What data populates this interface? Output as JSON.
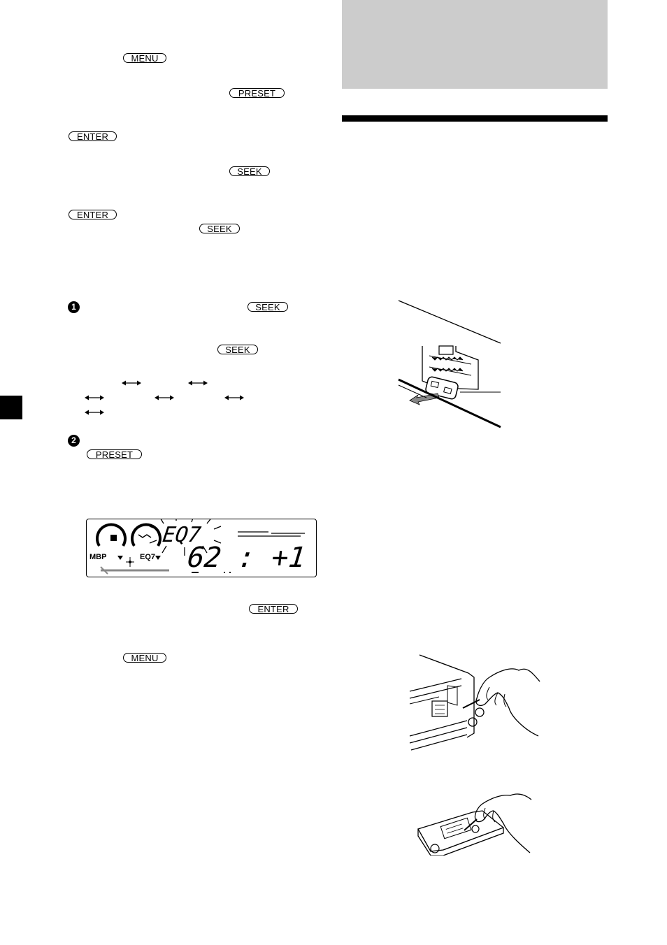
{
  "keys": {
    "menu_1": "MENU",
    "preset_1": "PRESET",
    "enter_1": "ENTER",
    "seek_1": "SEEK",
    "enter_2": "ENTER",
    "seek_2": "SEEK",
    "seek_3": "SEEK",
    "seek_4": "SEEK",
    "preset_2": "PRESET",
    "enter_3": "ENTER",
    "menu_2": "MENU"
  },
  "bullets": {
    "step1": "1",
    "step2": "2"
  },
  "display": {
    "eq_label": "EQ7",
    "value_text": "62 : +1",
    "mbp_label": "MBP",
    "eq7_small": "EQ7"
  },
  "colors": {
    "header_gray": "#cccccc",
    "ink": "#000000"
  }
}
